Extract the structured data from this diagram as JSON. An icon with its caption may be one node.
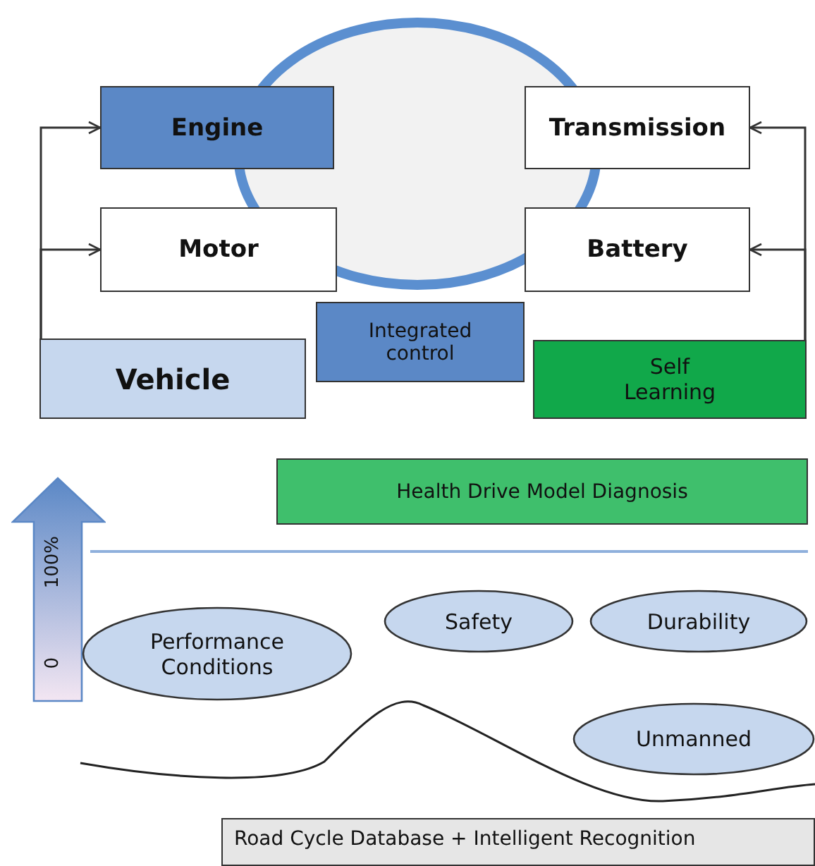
{
  "diagram": {
    "nodes": [
      {
        "text": [],
        "shape": "circle"
      },
      {
        "text": [
          "Engine"
        ]
      },
      {
        "text": [
          "Transmission"
        ]
      },
      {
        "text": [
          "Motor"
        ]
      },
      {
        "text": [
          "Battery"
        ]
      },
      {
        "text": [
          "Integrated control"
        ]
      },
      {
        "text": [
          "Vehicle"
        ]
      },
      {
        "text": [
          "Self Learning"
        ]
      },
      {
        "text": [
          "Health Drive Model Diagnosis"
        ]
      },
      {
        "text": [
          "100%",
          "0"
        ]
      },
      {
        "text": [
          "Performance Conditions"
        ]
      },
      {
        "text": [
          "Safety"
        ]
      },
      {
        "text": [
          "Durability"
        ]
      },
      {
        "text": [
          "Unmanned"
        ]
      },
      {
        "text": [
          "Road Cycle Database + Intelligent Recognition"
        ]
      }
    ],
    "edges": [
      {
        "from": 6,
        "to": 1,
        "arrow": "to"
      },
      {
        "from": 6,
        "to": 3,
        "arrow": "to"
      },
      {
        "from": 7,
        "to": 2,
        "arrow": "to"
      },
      {
        "from": 7,
        "to": 4,
        "arrow": "to"
      }
    ]
  }
}
